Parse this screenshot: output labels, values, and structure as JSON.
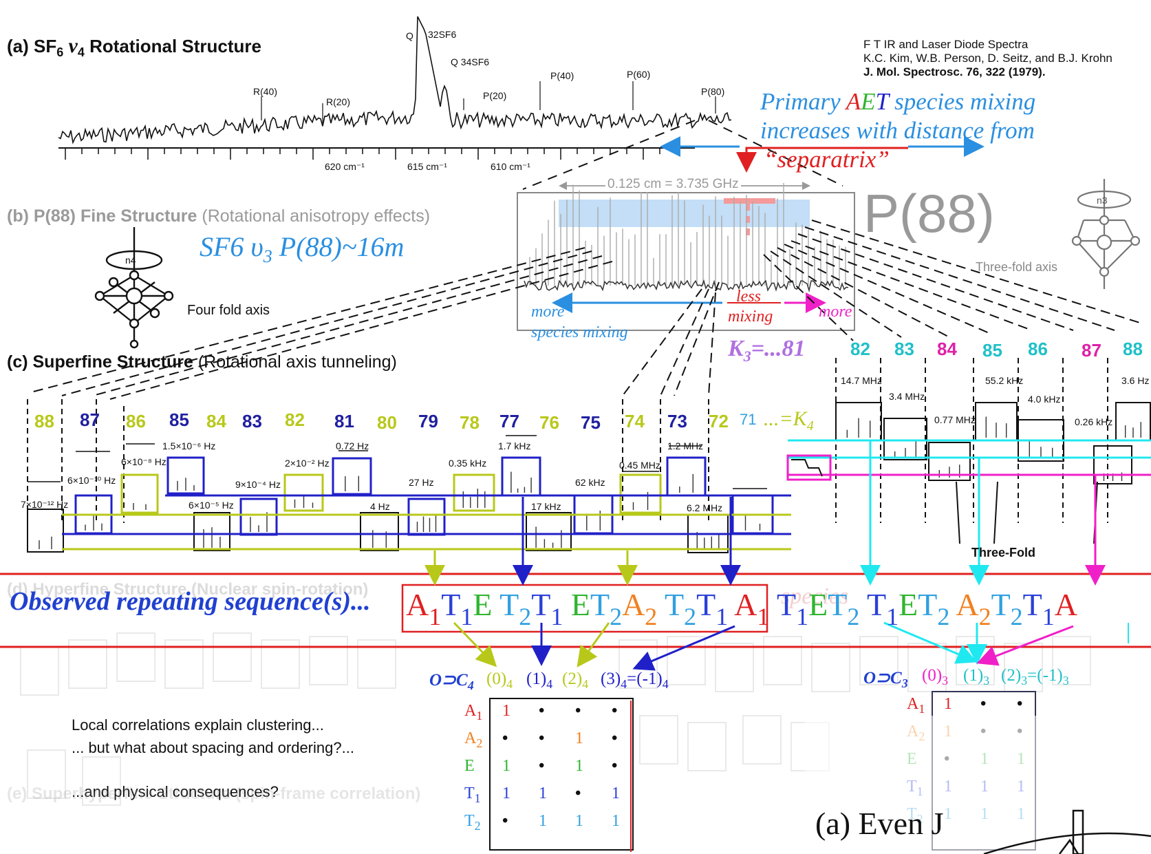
{
  "panel_a": {
    "title": "(a) SF",
    "title_sub": "6",
    "title_nu": "ν",
    "title_nu_sub": "4",
    "title_rest": "Rotational Structure",
    "citation_lines": [
      "F T IR and Laser Diode Spectra",
      "K.C. Kim, W.B. Person, D. Seitz, and B.J. Krohn",
      "J. Mol. Spectrosc. 76, 322 (1979)."
    ],
    "peak_labels": [
      "Q",
      "32SF6",
      "Q 34SF6",
      "R(40)",
      "R(20)",
      "P(20)",
      "P(40)",
      "P(60)",
      "P(80)"
    ],
    "axis_ticks": [
      "620 cm⁻¹",
      "615 cm⁻¹",
      "610 cm⁻¹"
    ]
  },
  "mixing_note": {
    "line1_pre": "Primary ",
    "line1_A": "A",
    "line1_E": "E",
    "line1_T": "T",
    "line1_post": " species mixing",
    "line2": "increases with distance from",
    "line3": "“separatrix”"
  },
  "panel_b": {
    "title": "(b) P(88) Fine Structure",
    "title_paren": "(Rotational anisotropy effects)",
    "width_label": "0.125 cm = 3.735 GHz",
    "big_label": "P(88)",
    "blue_label": "SF6 υ",
    "blue_sub": "3",
    "blue_tail": " P(88)~16m",
    "four_fold": "Four fold axis",
    "three_fold": "Three-fold axis",
    "n4": "n4",
    "n3": "n3",
    "more_left": "more",
    "species_mixing": "species mixing",
    "less": "less",
    "mixing": "mixing",
    "more_right": "more"
  },
  "panel_c": {
    "title": "(c) Superfine Structure",
    "title_paren": "(Rotational axis tunneling)",
    "k3_label": "K",
    "k3_sub": "3",
    "k3_tail": "=...81",
    "k3_values": [
      "82",
      "83",
      "84",
      "85",
      "86",
      "87",
      "88"
    ],
    "k4_values": [
      "88",
      "87",
      "86",
      "85",
      "84",
      "83",
      "82",
      "81",
      "80",
      "79",
      "78",
      "77",
      "76",
      "75",
      "74",
      "73",
      "72",
      "71"
    ],
    "k4_tail": "...=K",
    "k4_sub": "4",
    "freq_labels": [
      "7×10⁻¹² Hz",
      "6×10⁻¹⁰ Hz",
      "6×10⁻⁸ Hz",
      "1.5×10⁻⁶ Hz",
      "6×10⁻⁵ Hz",
      "9×10⁻⁴ Hz",
      "2×10⁻² Hz",
      "0.72 Hz",
      "4 Hz",
      "27 Hz",
      "0.35 kHz",
      "1.7 kHz",
      "17 kHz",
      "62 kHz",
      "0.45 MHz",
      "1.2 MHz",
      "6.2 MHz",
      "14.7 MHz",
      "3.4 MHz",
      "0.77 MHz",
      "55.2 kHz",
      "4.0 kHz",
      "0.26 kHz",
      "3.6 Hz"
    ],
    "three_fold": "Three-Fold"
  },
  "panel_d": {
    "faint_title": "(d) Hyperfine Structure (Nuclear spin-rotation)",
    "observed_label": "Observed repeating sequence(s)...",
    "sequence": [
      {
        "t": "A",
        "s": "1",
        "c": "#e02020"
      },
      {
        "t": "T",
        "s": "1",
        "c": "#2a40d8"
      },
      {
        "t": "E",
        "s": "",
        "c": "#2fb52f"
      },
      {
        "t": " T",
        "s": "2",
        "c": "#30a0e0"
      },
      {
        "t": "T",
        "s": "1",
        "c": "#2a40d8"
      },
      {
        "t": " E",
        "s": "",
        "c": "#2fb52f"
      },
      {
        "t": "T",
        "s": "2",
        "c": "#30a0e0"
      },
      {
        "t": "A",
        "s": "2",
        "c": "#f08020"
      },
      {
        "t": " T",
        "s": "2",
        "c": "#30a0e0"
      },
      {
        "t": "T",
        "s": "1",
        "c": "#2a40d8"
      },
      {
        "t": " A",
        "s": "1",
        "c": "#e02020"
      },
      {
        "t": " T",
        "s": "1",
        "c": "#2a40d8"
      },
      {
        "t": "E",
        "s": "",
        "c": "#2fb52f"
      },
      {
        "t": "T",
        "s": "2",
        "c": "#30a0e0"
      },
      {
        "t": " T",
        "s": "1",
        "c": "#2a40d8"
      },
      {
        "t": "E",
        "s": "",
        "c": "#2fb52f"
      },
      {
        "t": "T",
        "s": "2",
        "c": "#30a0e0"
      },
      {
        "t": " A",
        "s": "2",
        "c": "#f08020"
      },
      {
        "t": "T",
        "s": "2",
        "c": "#30a0e0"
      },
      {
        "t": "T",
        "s": "1",
        "c": "#2a40d8"
      },
      {
        "t": "A",
        "s": "",
        "c": "#e02020"
      }
    ],
    "faint_species": "species"
  },
  "correlation": {
    "c4_label": "O⊃C",
    "c4_sub": "4",
    "c4_cols": [
      "(0)",
      "(1)",
      "(2)",
      "(3)"
    ],
    "c4_col_subs": [
      "4",
      "4",
      "4",
      "4"
    ],
    "c4_tail": "=(-1)",
    "c4_tail_sub": "4",
    "c3_label": "O⊃C",
    "c3_sub": "3",
    "c3_cols": [
      "(0)",
      "(1)",
      "(2)"
    ],
    "c3_col_subs": [
      "3",
      "3",
      "3"
    ],
    "c3_tail": "=(-1)",
    "c3_tail_sub": "3",
    "rows": [
      {
        "name": "A",
        "sub": "1",
        "color": "#e02020",
        "c4": [
          "1",
          "•",
          "•",
          "•"
        ],
        "c3": [
          "1",
          "•",
          "•"
        ]
      },
      {
        "name": "A",
        "sub": "2",
        "color": "#f08020",
        "c4": [
          "•",
          "•",
          "1",
          "•"
        ],
        "c3": [
          "1",
          "•",
          "•"
        ]
      },
      {
        "name": "E",
        "sub": "",
        "color": "#2fb52f",
        "c4": [
          "1",
          "•",
          "1",
          "•"
        ],
        "c3": [
          "•",
          "1",
          "1"
        ]
      },
      {
        "name": "T",
        "sub": "1",
        "color": "#2a40d8",
        "c4": [
          "1",
          "1",
          "•",
          "1"
        ],
        "c3": [
          "1",
          "1",
          "1"
        ]
      },
      {
        "name": "T",
        "sub": "2",
        "color": "#30a0e0",
        "c4": [
          "•",
          "1",
          "1",
          "1"
        ],
        "c3": [
          "1",
          "1",
          "1"
        ]
      }
    ]
  },
  "notes": {
    "line1": "Local correlations explain clustering...",
    "line2": "... but what about spacing and ordering?...",
    "line3": "...and physical consequences?"
  },
  "panel_e": {
    "faint_title": "(e) Superhyperfine Structure (spin-frame correlation)",
    "even_j": "(a) Even J"
  },
  "colors": {
    "red": "#e02020",
    "olive": "#b8c81a",
    "navy": "#2020c8",
    "cyan": "#20e8f0",
    "magenta": "#f020c8",
    "blue": "#2a8fe0"
  }
}
